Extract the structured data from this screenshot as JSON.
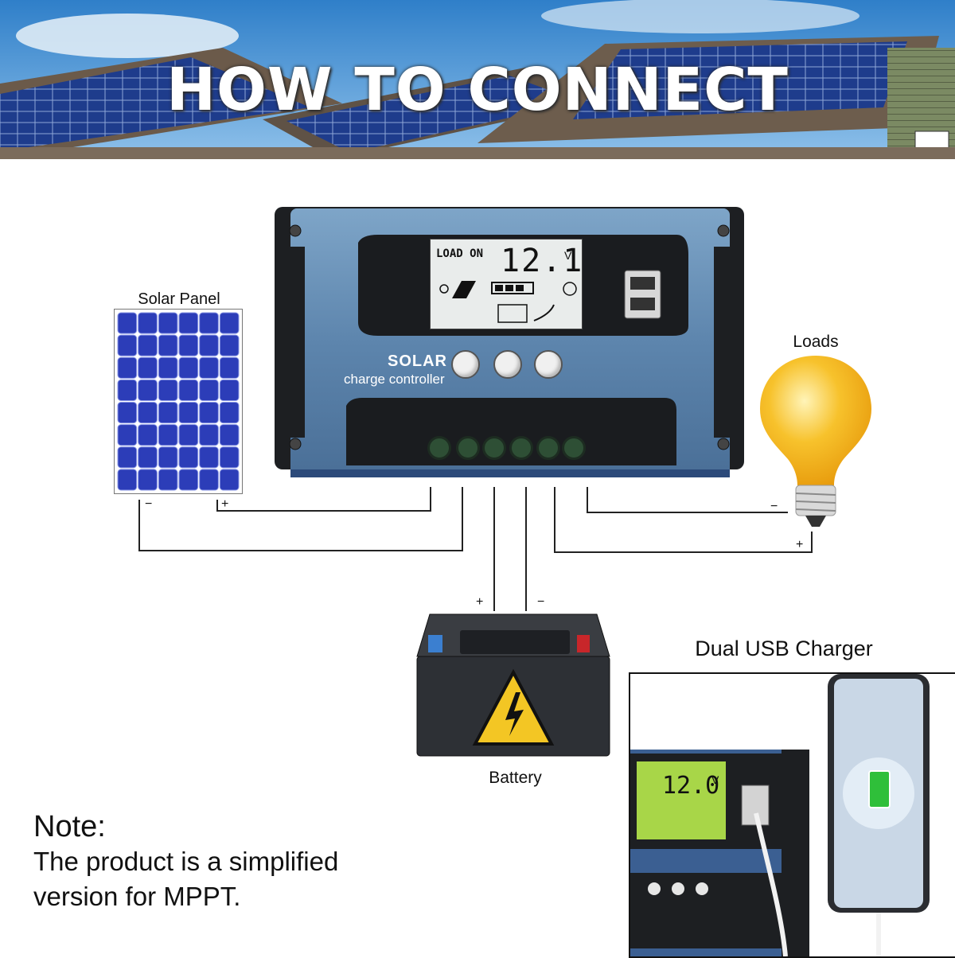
{
  "banner": {
    "title": "HOW TO CONNECT"
  },
  "solar_panel": {
    "label": "Solar Panel",
    "minus": "−",
    "plus": "+"
  },
  "controller": {
    "lcd_load": "LOAD ON",
    "lcd_voltage": "12.1",
    "lcd_unit": "V",
    "brand_top": "SOLAR",
    "brand_bottom": "charge controller"
  },
  "loads": {
    "label": "Loads",
    "minus": "−",
    "plus": "+"
  },
  "battery": {
    "label": "Battery",
    "plus": "+",
    "minus": "−"
  },
  "usb_charger": {
    "label": "Dual USB Charger",
    "voltage": "12.0",
    "unit": "V"
  },
  "note": {
    "title": "Note:",
    "line1": "The product is a simplified",
    "line2": "version for MPPT."
  },
  "colors": {
    "controller_blue": "#5f86aa",
    "panel_blue": "#2c3db8",
    "bulb_yellow": "#f5b51c",
    "battery_body": "#2d3035"
  }
}
